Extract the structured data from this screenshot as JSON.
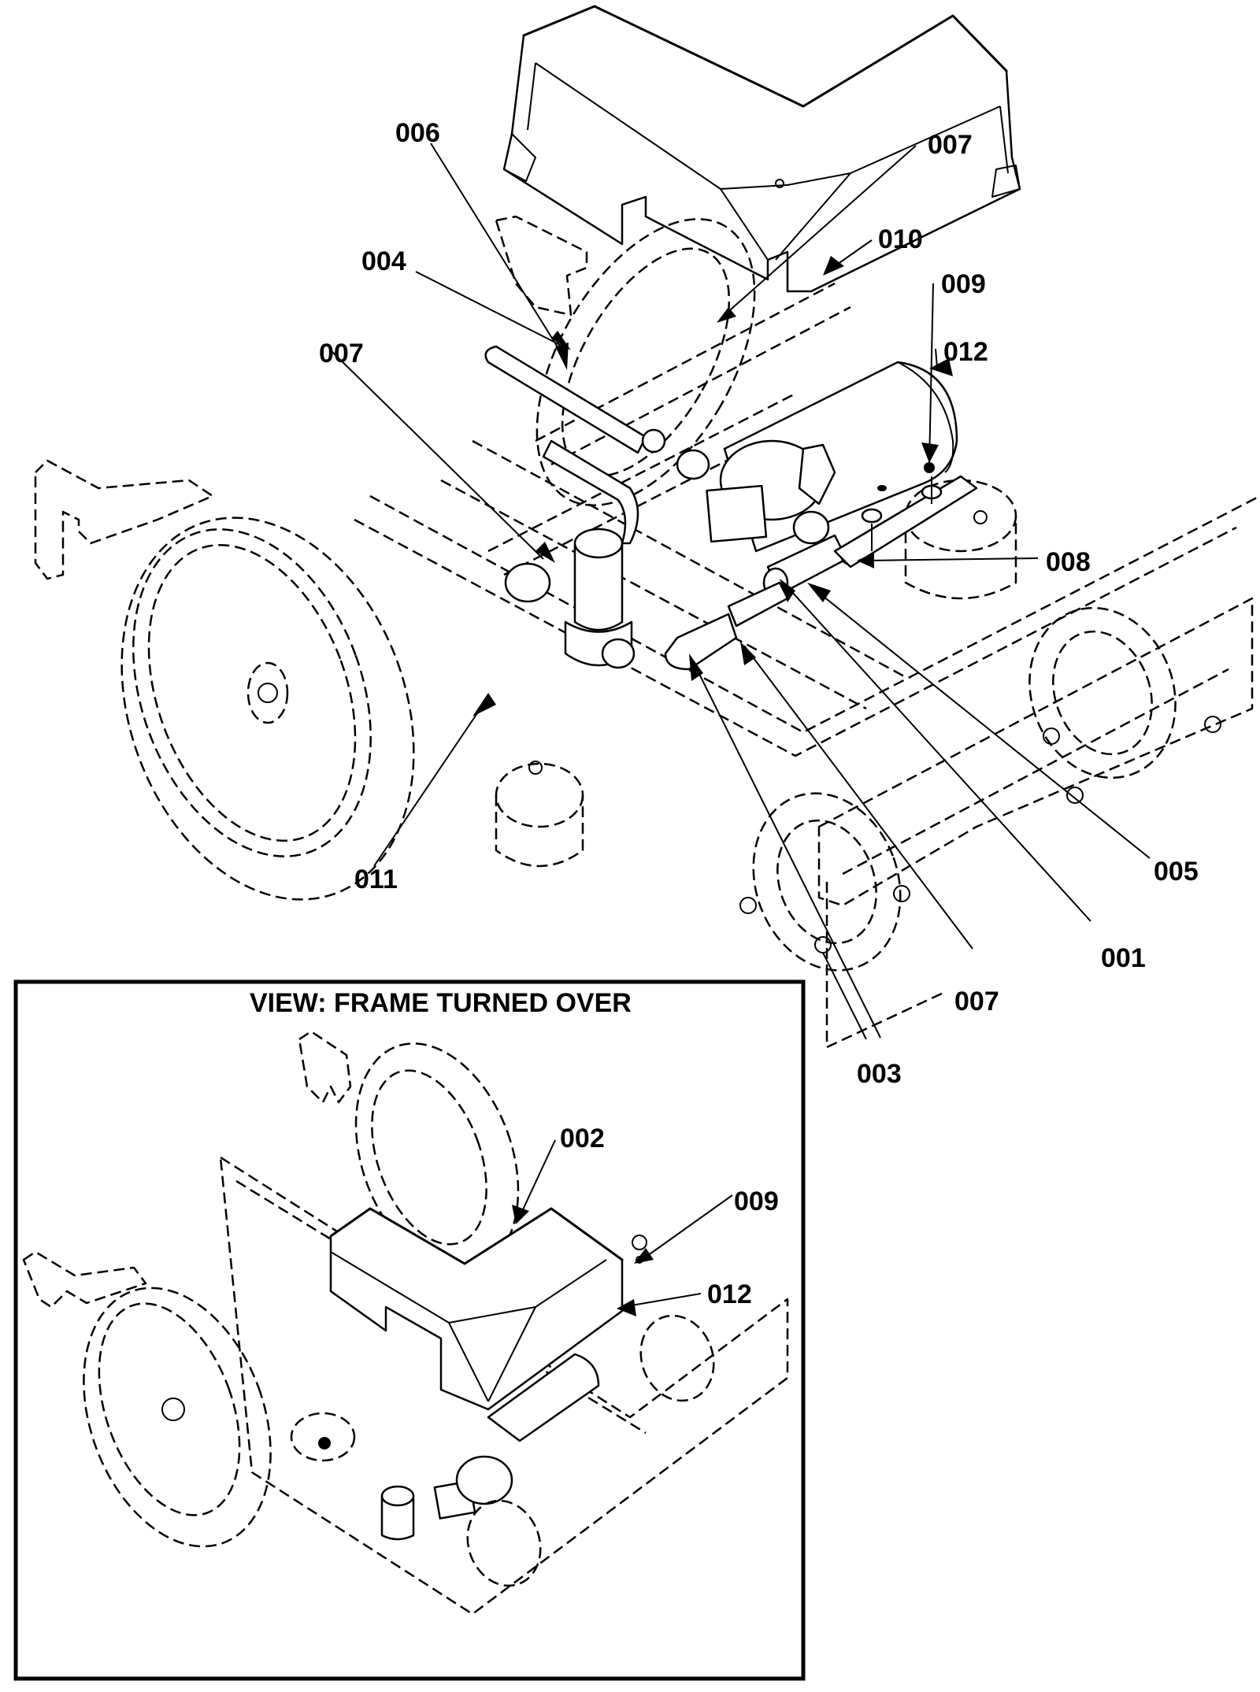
{
  "document": {
    "type": "exploded parts diagram",
    "subject": "machine frame with pump, hoses and cover"
  },
  "main_view": {
    "callouts": [
      {
        "id": "006",
        "label": "006"
      },
      {
        "id": "007a",
        "label": "007"
      },
      {
        "id": "010",
        "label": "010"
      },
      {
        "id": "004",
        "label": "004"
      },
      {
        "id": "009a",
        "label": "009"
      },
      {
        "id": "007b",
        "label": "007"
      },
      {
        "id": "012a",
        "label": "012"
      },
      {
        "id": "008",
        "label": "008"
      },
      {
        "id": "011",
        "label": "011"
      },
      {
        "id": "005",
        "label": "005"
      },
      {
        "id": "001",
        "label": "001"
      },
      {
        "id": "007c",
        "label": "007"
      },
      {
        "id": "003",
        "label": "003"
      }
    ]
  },
  "inset_view": {
    "title": "VIEW: FRAME TURNED OVER",
    "callouts": [
      {
        "id": "002",
        "label": "002"
      },
      {
        "id": "009b",
        "label": "009"
      },
      {
        "id": "012b",
        "label": "012"
      }
    ]
  }
}
